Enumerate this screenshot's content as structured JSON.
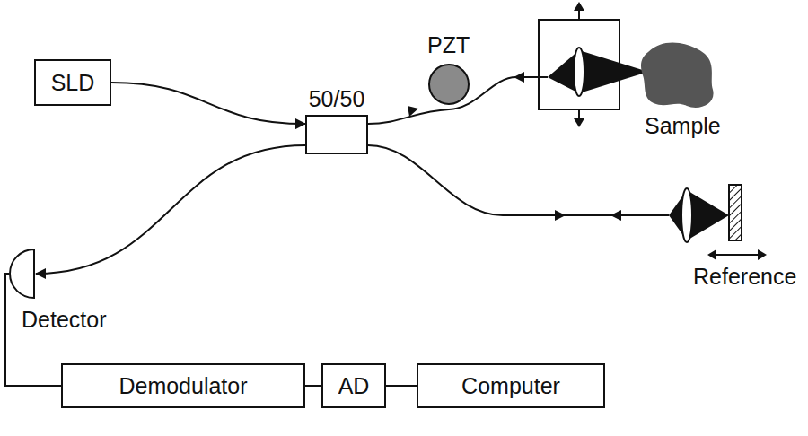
{
  "diagram": {
    "nodes": [
      {
        "text": [
          "SLD"
        ]
      },
      {
        "text": [
          "50/50"
        ]
      },
      {
        "text": [
          "Detector"
        ]
      },
      {
        "text": [
          "Demodulator"
        ]
      },
      {
        "text": [
          "AD"
        ]
      },
      {
        "text": [
          "Computer"
        ]
      }
    ],
    "edges": [
      {
        "from": 0,
        "to": 1,
        "arrow": "to"
      },
      {
        "from": 1,
        "to": 2,
        "arrow": "to"
      },
      {
        "from": 2,
        "to": 3,
        "arrow": "none"
      },
      {
        "from": 3,
        "to": 4,
        "arrow": "none"
      },
      {
        "from": 4,
        "to": 5,
        "arrow": "none"
      }
    ],
    "labels": [
      "PZT",
      "Sample",
      "Reference"
    ]
  }
}
